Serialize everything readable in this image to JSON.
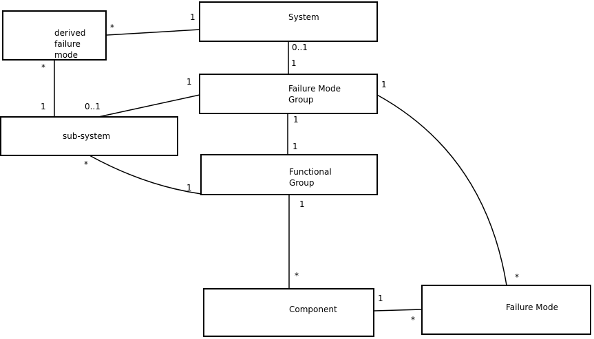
{
  "diagram": {
    "colors": {
      "background": "#ffffff",
      "line": "#000000",
      "text": "#000000"
    },
    "nodes": [
      {
        "id": "derived-failure-mode",
        "label": "derived\nfailure\nmode"
      },
      {
        "id": "system",
        "label": "System"
      },
      {
        "id": "failure-mode-group",
        "label": "Failure Mode\nGroup"
      },
      {
        "id": "sub-system",
        "label": "sub-system"
      },
      {
        "id": "functional-group",
        "label": "Functional\nGroup"
      },
      {
        "id": "component",
        "label": "Component"
      },
      {
        "id": "failure-mode",
        "label": "Failure Mode"
      }
    ],
    "edges": [
      {
        "from": "derived failure mode",
        "to": "System",
        "from_mult": "*",
        "to_mult": "1"
      },
      {
        "from": "derived failure mode",
        "to": "sub-system",
        "from_mult": "*",
        "to_mult": "1"
      },
      {
        "from": "sub-system",
        "to": "Failure Mode Group",
        "from_mult": "0..1",
        "to_mult": "1"
      },
      {
        "from": "System",
        "to": "Failure Mode Group",
        "from_mult": "0..1",
        "to_mult": "1"
      },
      {
        "from": "Failure Mode Group",
        "to": "Functional Group",
        "from_mult": "1",
        "to_mult": "1"
      },
      {
        "from": "sub-system",
        "to": "Functional Group",
        "from_mult": "*",
        "to_mult": "1"
      },
      {
        "from": "Functional Group",
        "to": "Component",
        "from_mult": "1",
        "to_mult": "*"
      },
      {
        "from": "Component",
        "to": "Failure Mode",
        "from_mult": "1",
        "to_mult": "*"
      },
      {
        "from": "Failure Mode Group",
        "to": "Failure Mode",
        "from_mult": "1",
        "to_mult": "*"
      }
    ]
  }
}
